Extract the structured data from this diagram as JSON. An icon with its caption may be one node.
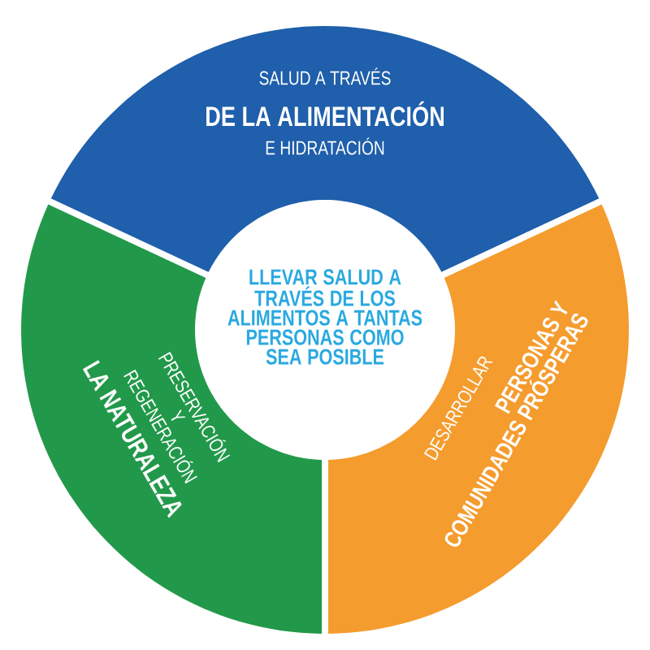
{
  "diagram": {
    "nodes": [
      {
        "text": [
          "SALUD A TRAVÉS",
          "DE LA ALIMENTACIÓN",
          "E HIDRATACIÓN"
        ]
      },
      {
        "text": [
          "LLEVAR SALUD A TRAVÉS DE LOS ALIMENTOS A TANTAS PERSONAS COMO SEA POSIBLE"
        ]
      },
      {
        "text": [
          "PRESERVACIÓN Y REGENERACIÓN",
          "LA NATURALEZA"
        ]
      },
      {
        "text": [
          "DESARROLLAR",
          "PERSONAS Y COMUNIDADES PRÓSPERAS"
        ]
      }
    ]
  }
}
